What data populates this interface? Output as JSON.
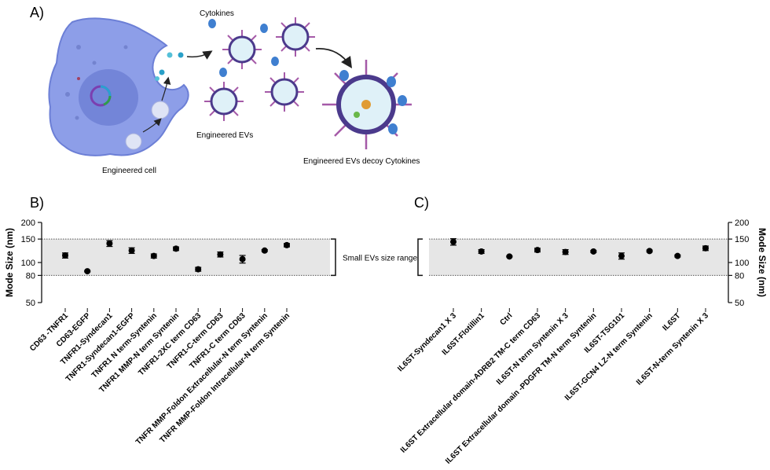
{
  "panels": {
    "a": {
      "label": "A)",
      "cytokines": "Cytokines",
      "engineered_evs": "Engineered EVs",
      "engineered_cell": "Engineered cell",
      "decoy": "Engineered EVs decoy Cytokines"
    },
    "b": {
      "label": "B)",
      "range_label": "Small EVs size range"
    },
    "c": {
      "label": "C)"
    }
  },
  "colors": {
    "cell": "#8d9ee8",
    "cell_dark": "#6c7fd6",
    "nucleus": "#7385d8",
    "ev_ring": "#4b3a8c",
    "ev_fill": "#dff1f8",
    "spike": "#a55aa8",
    "cytokine": "#3f7fd0",
    "band": "#e6e6e6",
    "marker": "#000000"
  },
  "chart_data": [
    {
      "type": "scatter",
      "title": "",
      "xlabel": "",
      "ylabel": "Mode Size (nm)",
      "yscale": "log",
      "ylim": [
        50,
        200
      ],
      "yticks": [
        50,
        80,
        100,
        150,
        200
      ],
      "band": [
        80,
        150
      ],
      "band_label": "Small EVs size range",
      "categories": [
        "CD63 -TNFR1",
        "CD63-EGFP",
        "TNFR1-Syndecan1",
        "TNFR1-Syndecan1-EGFP",
        "TNFR1 N term-Syntenin",
        "TNFR1 MMP-N term Syntenin",
        "TNFR1-2XC term CD63",
        "TNFR1-C-term CD63",
        "TNFR1-C term CD63",
        "TNFR MMP-Foldon Extracellular-N term Syntenin",
        "TNFR MMP-Foldon Intracellular-N term Syntenin"
      ],
      "values": [
        113,
        86,
        139,
        123,
        112,
        127,
        89,
        115,
        106,
        123,
        135
      ],
      "errors": [
        5,
        1,
        7,
        6,
        4,
        4,
        3,
        5,
        7,
        2,
        4
      ]
    },
    {
      "type": "scatter",
      "title": "",
      "xlabel": "",
      "ylabel": "Mode Size (nm)",
      "yscale": "log",
      "ylim": [
        50,
        200
      ],
      "yticks": [
        50,
        80,
        100,
        150,
        200
      ],
      "band": [
        80,
        150
      ],
      "categories": [
        "IL6ST-Syndecan1 X 3",
        "IL6ST-Flotillin1",
        "Ctrl",
        "IL6ST Extracellular domain-ADRB2 TM-C term CD63",
        "IL6ST-N term Syntenin X 3",
        "IL6ST Extracellular domain -PDGFR TM-N term Syntenin",
        "IL6ST-TSG101",
        "IL6ST-GCN4 LZ-N term Syntenin",
        "IL6ST",
        "IL6ST-N-term Syntenin X 3"
      ],
      "values": [
        143,
        121,
        111,
        124,
        120,
        121,
        112,
        122,
        112,
        128
      ],
      "errors": [
        8,
        4,
        1,
        4,
        5,
        2,
        6,
        2,
        2,
        5
      ]
    }
  ]
}
